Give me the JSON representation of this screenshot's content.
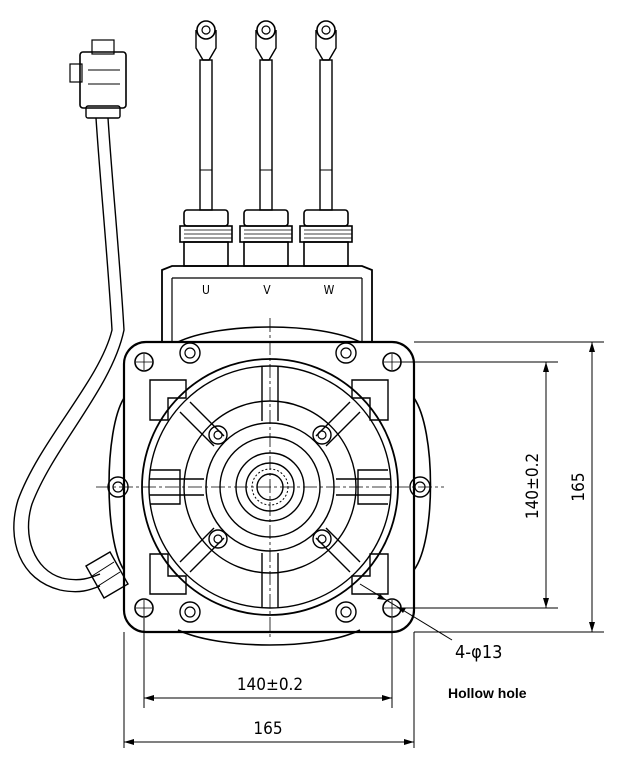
{
  "phases": [
    "U",
    "V",
    "W"
  ],
  "dimensions": {
    "bolt_pitch_h": "140±0.2",
    "flange_width_h": "165",
    "bolt_pitch_v": "140±0.2",
    "flange_width_v": "165",
    "holes": "4-φ13"
  },
  "note": "Hollow hole",
  "colors": {
    "line": "#000000",
    "background": "#ffffff"
  }
}
